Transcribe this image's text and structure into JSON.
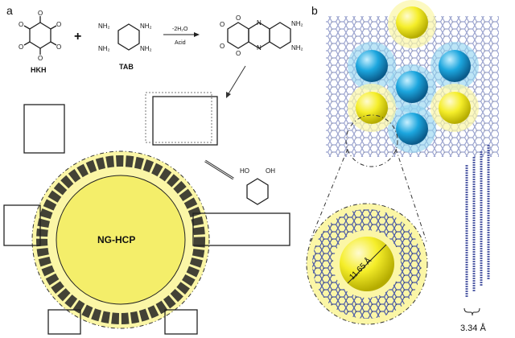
{
  "panel_a": {
    "label": "a",
    "reactant1": "HKH",
    "reactant2": "TAB",
    "plus": "+",
    "condition_top": "-2H₂O",
    "condition_bottom": "Acid",
    "product_amine": "NH₂",
    "framework_label": "NG-HCP",
    "atom_O": "O",
    "atom_N": "N",
    "hydroxyl": "HO",
    "hydroxyl2": "OH"
  },
  "panel_b": {
    "label": "b",
    "pore_diameter": "11.65 Å",
    "interlayer_distance": "3.34 Å"
  },
  "colors": {
    "pore_yellow": "#f2ec5a",
    "pore_blue": "#1aa4dc",
    "highlight_yellow": "#fbf6a6"
  }
}
